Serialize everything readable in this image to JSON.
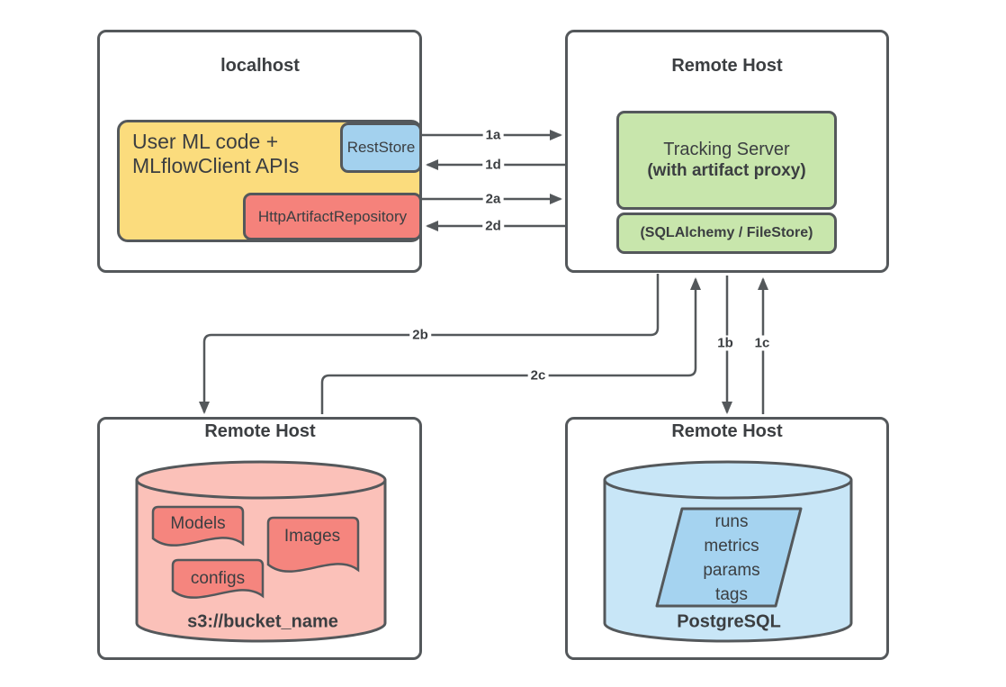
{
  "colors": {
    "line": "#54585b",
    "text": "#3b3e41",
    "yellow": "#fbdc7d",
    "blue": "#a3d1ee",
    "red": "#f5827b",
    "green": "#c8e6ac",
    "pink-light": "#fbc1b9",
    "pink-dark": "#f5857e",
    "blue-light": "#c8e6f7",
    "blue-mid": "#a5d3f0",
    "bg": "#ffffff"
  },
  "localhost": {
    "title": "localhost",
    "user_code": "User ML code +\nMLflowClient APIs",
    "rest_store": "RestStore",
    "http_artifact_repository": "HttpArtifactRepository"
  },
  "tracking_host": {
    "title": "Remote Host",
    "tracking_server": "Tracking Server",
    "tracking_server_sub": "(with artifact proxy)",
    "backend": "(SQLAlchemy / FileStore)"
  },
  "artifact_host": {
    "title": "Remote Host",
    "documents": [
      "Models",
      "Images",
      "configs"
    ],
    "bucket": "s3://bucket_name"
  },
  "db_host": {
    "title": "Remote Host",
    "tables": [
      "runs",
      "metrics",
      "params",
      "tags"
    ],
    "database": "PostgreSQL"
  },
  "arrows": {
    "1a": "1a",
    "1d": "1d",
    "2a": "2a",
    "2d": "2d",
    "2b": "2b",
    "2c": "2c",
    "1b": "1b",
    "1c": "1c"
  }
}
